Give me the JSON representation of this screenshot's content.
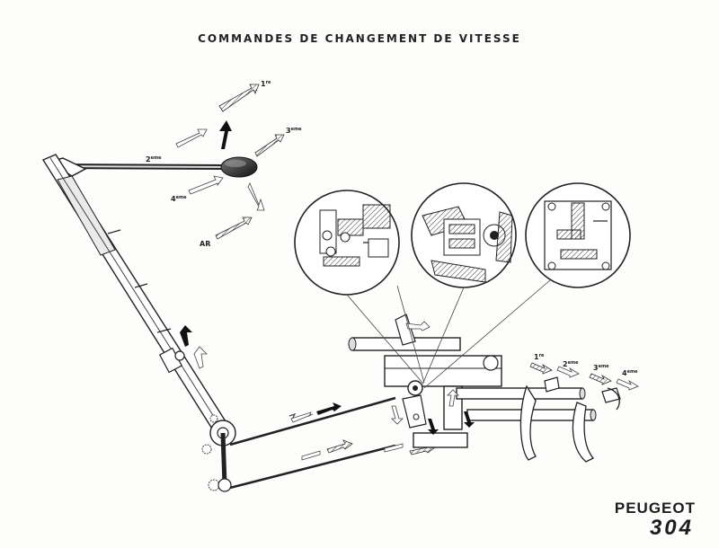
{
  "title": "COMMANDES DE CHANGEMENT DE VITESSE",
  "brand": "PEUGEOT",
  "model": "304",
  "gear_labels": {
    "g1": "1",
    "g1_sup": "re",
    "g2": "2",
    "g2_sup": "eme",
    "g3": "3",
    "g3_sup": "eme",
    "g4": "4",
    "g4_sup": "eme",
    "rev": "AR"
  },
  "rail_labels": {
    "r1": "1",
    "r1_sup": "re",
    "r2": "2",
    "r2_sup": "eme",
    "r3": "3",
    "r3_sup": "eme",
    "r4": "4",
    "r4_sup": "eme"
  }
}
